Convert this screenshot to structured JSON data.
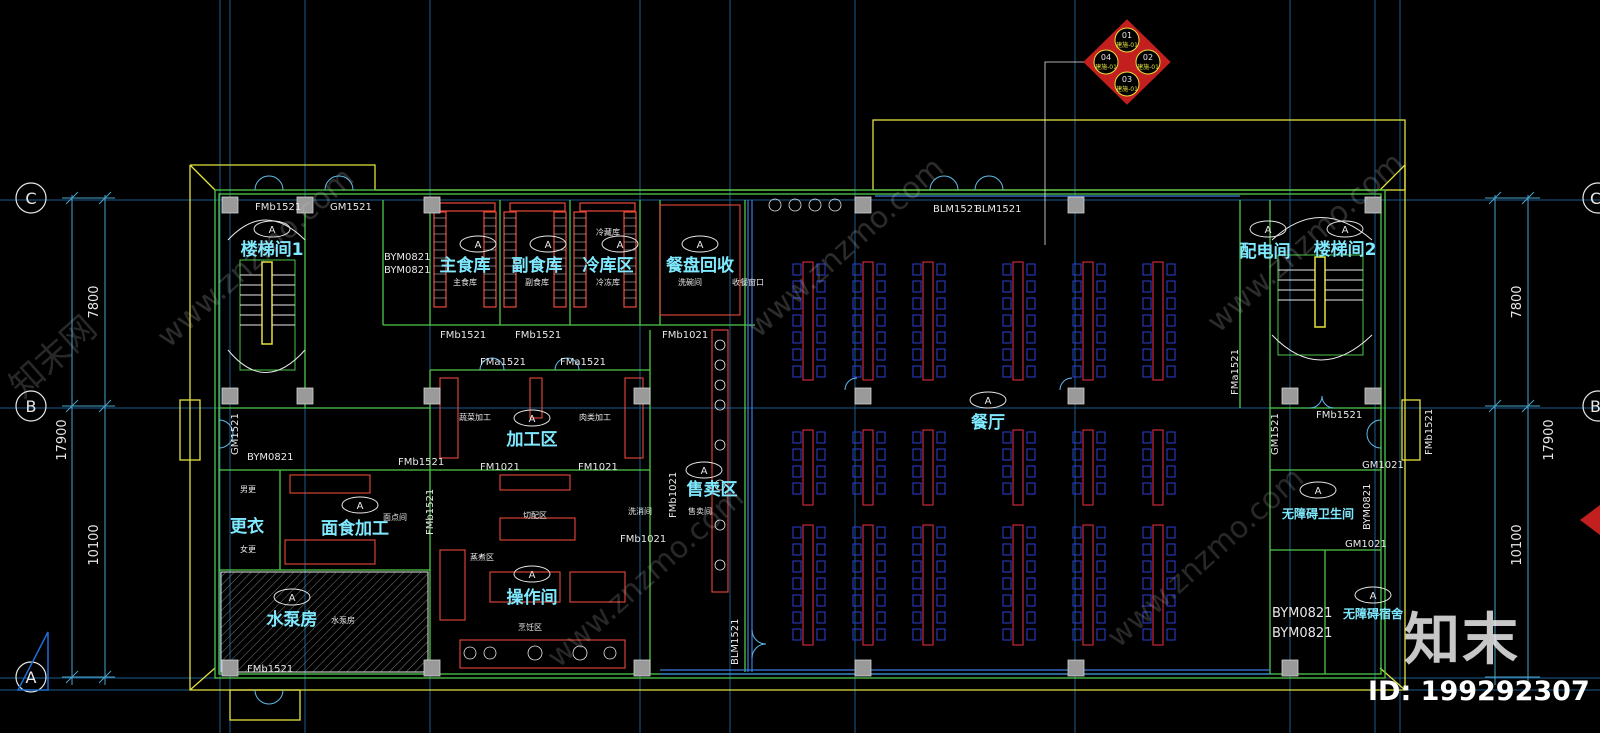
{
  "axes": {
    "left": [
      "C",
      "B",
      "A"
    ],
    "right": [
      "C",
      "B"
    ]
  },
  "dimensions": {
    "left_top": "7800",
    "left_total": "17900",
    "left_bottom": "10100",
    "right_top": "7800",
    "right_total": "17900",
    "right_bottom": "10100"
  },
  "room_tag_letter": "A",
  "rooms": {
    "stair1": "楼梯间1",
    "main_store": "主食库",
    "main_store_sub": "主食库",
    "side_store": "副食库",
    "side_store_sub": "副食库",
    "cold_store": "冷库区",
    "cold_store_sub": "冷藏库",
    "cold_store_sub2": "冷冻库",
    "tray_return": "餐盘回收",
    "tray_return_sub": "洗碗间",
    "window_sub": "收餐窗口",
    "processing": "加工区",
    "processing_sub1": "蔬菜加工",
    "processing_sub2": "肉类加工",
    "noodle": "面食加工",
    "noodle_sub": "面点间",
    "changing": "更衣",
    "changing_sub1": "男更",
    "changing_sub2": "女更",
    "pump": "水泵房",
    "pump_sub": "水泵房",
    "operation": "操作间",
    "operation_sub1": "切配区",
    "operation_sub2": "蒸煮区",
    "operation_sub3": "烹饪区",
    "operation_sub4": "洗消间",
    "sales": "售卖区",
    "sales_sub": "售卖间",
    "dining": "餐厅",
    "power": "配电间",
    "stair2": "楼梯间2",
    "acc_wc": "无障碍卫生间",
    "acc_dorm": "无障碍宿舍"
  },
  "doors": {
    "d1": "FMb1521",
    "d2": "GM1521",
    "d3": "BYM0821",
    "d4": "BYM0821",
    "d5": "FMb1521",
    "d6": "FMb1521",
    "d7": "FMb1021",
    "d8": "FMa1521",
    "d9": "FMa1521",
    "d10": "BLM1521",
    "d11": "BLM1521",
    "d12": "GM1521",
    "d13": "BYM0821",
    "d14": "FMb1521",
    "d15": "FM1021",
    "d16": "FM1021",
    "d17": "FMb1021",
    "d18": "FMb1521",
    "d19": "FMb1021",
    "d20": "BLM1521",
    "d21": "FMb1521",
    "d22": "FMa1521",
    "d23": "FMb1521",
    "d24": "GM1521",
    "d25": "GM1021",
    "d26": "BYM0821",
    "d27": "GM1021",
    "d28": "FMb1521",
    "d29": "BYM0821",
    "d30": "BYM0821"
  },
  "index_tag": {
    "n1": "01",
    "n2": "02",
    "n3": "03",
    "n4": "04",
    "ref": "建施-01"
  },
  "watermark": {
    "brand": "知末",
    "id_text": "ID: 199292307",
    "site": "www.znzmo.com",
    "site_cn": "知末网"
  },
  "colors": {
    "background": "#000000",
    "grid": "#1b5c8e",
    "wall": "#e4e23f",
    "wall_green": "#4dc94a",
    "dim": "#4aa3c9",
    "table": "#c8283a",
    "chair": "#2b3fd6",
    "room_label": "#7fe9ff",
    "column": "#9a9a9a",
    "door": "#5fb8e8"
  }
}
